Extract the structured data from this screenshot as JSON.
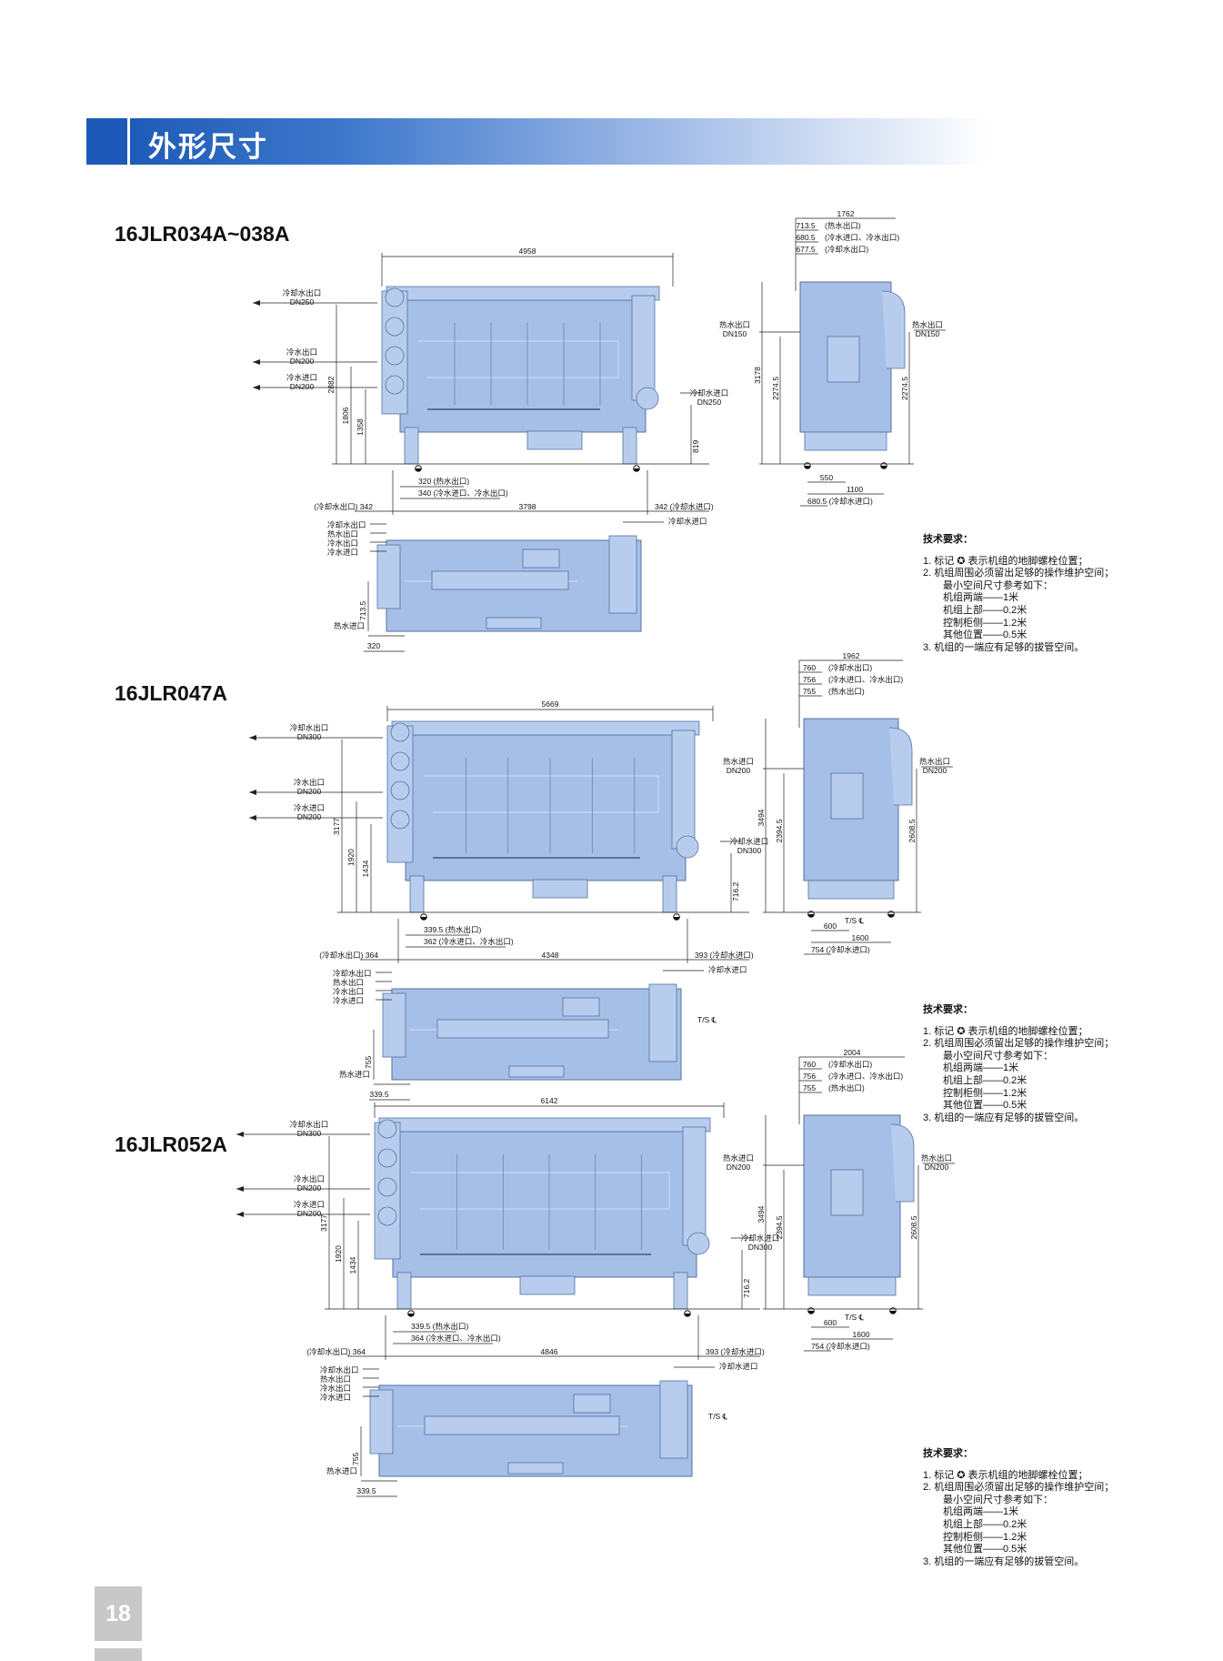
{
  "header": {
    "title": "外形尺寸"
  },
  "page_number": "18",
  "tech_title": "技术要求：",
  "tech_items": [
    "1. 标记 ✪ 表示机组的地脚螺栓位置；",
    "2. 机组周围必须留出足够的操作维护空间；",
    "最小空间尺寸参考如下：",
    "机组两端——1米",
    "机组上部——0.2米",
    "控制柜侧——1.2米",
    "其他位置——0.5米",
    "3. 机组的一端应有足够的拔管空间。"
  ],
  "sections": [
    {
      "model": "16JLR034A~038A",
      "front": {
        "length": "4958",
        "left_labels": [
          {
            "name": "冷却水出口",
            "dn": "DN250"
          },
          {
            "name": "冷水出口",
            "dn": "DN200"
          },
          {
            "name": "冷水进口",
            "dn": "DN200"
          }
        ],
        "heights": [
          "2882",
          "1806",
          "1358"
        ],
        "right_inlet": {
          "name": "冷却水进口",
          "dn": "DN250"
        },
        "right_height": "819",
        "bottom_dims": [
          "320 (热水出口)",
          "340 (冷水进口、冷水出口)"
        ],
        "span": {
          "left": "(冷却水出口) 342",
          "middle": "3798",
          "right": "342 (冷却水进口)"
        }
      },
      "plan": {
        "left_labels": [
          "冷却水出口",
          "热水出口",
          "冷水出口",
          "冷水进口"
        ],
        "right_label": "冷却水进口",
        "depth": "713.5",
        "bottom_label": "热水进口",
        "bottom_dim": "320",
        "ts": ""
      },
      "side": {
        "width": "1762",
        "top_dims": [
          {
            "v": "713.5",
            "t": "(热水出口)"
          },
          {
            "v": "680.5",
            "t": "(冷水进口、冷水出口)"
          },
          {
            "v": "677.5",
            "t": "(冷却水出口)"
          }
        ],
        "left_port": {
          "name": "热水出口",
          "dn": "DN150"
        },
        "right_port": {
          "name": "热水出口",
          "dn": "DN150"
        },
        "height": "3178",
        "h1": "2274.5",
        "h2": "2274.5",
        "bottom_dims": [
          "550",
          "1100",
          "680.5 (冷却水进口)"
        ],
        "ts": ""
      }
    },
    {
      "model": "16JLR047A",
      "front": {
        "length": "5669",
        "left_labels": [
          {
            "name": "冷却水出口",
            "dn": "DN300"
          },
          {
            "name": "冷水出口",
            "dn": "DN200"
          },
          {
            "name": "冷水进口",
            "dn": "DN200"
          }
        ],
        "heights": [
          "3177",
          "1920",
          "1434"
        ],
        "right_inlet": {
          "name": "冷却水进口",
          "dn": "DN300"
        },
        "right_height": "716.2",
        "bottom_dims": [
          "339.5 (热水出口)",
          "362 (冷水进口、冷水出口)"
        ],
        "span": {
          "left": "(冷却水出口) 364",
          "middle": "4348",
          "right": "393 (冷却水进口)"
        }
      },
      "plan": {
        "left_labels": [
          "冷却水出口",
          "热水出口",
          "冷水出口",
          "冷水进口"
        ],
        "right_label": "冷却水进口",
        "depth": "755",
        "bottom_label": "热水进口",
        "bottom_dim": "339.5",
        "ts": "T/S ℄"
      },
      "side": {
        "width": "1962",
        "top_dims": [
          {
            "v": "760",
            "t": "(冷却水出口)"
          },
          {
            "v": "756",
            "t": "(冷水进口、冷水出口)"
          },
          {
            "v": "755",
            "t": "(热水出口)"
          }
        ],
        "left_port": {
          "name": "热水进口",
          "dn": "DN200"
        },
        "right_port": {
          "name": "热水出口",
          "dn": "DN200"
        },
        "height": "3494",
        "h1": "2394.5",
        "h2": "2608.5",
        "bottom_dims": [
          "600",
          "1600",
          "754 (冷却水进口)"
        ],
        "ts": "T/S ℄"
      }
    },
    {
      "model": "16JLR052A",
      "front": {
        "length": "6142",
        "left_labels": [
          {
            "name": "冷却水出口",
            "dn": "DN300"
          },
          {
            "name": "冷水出口",
            "dn": "DN200"
          },
          {
            "name": "冷水进口",
            "dn": "DN200"
          }
        ],
        "heights": [
          "3177",
          "1920",
          "1434"
        ],
        "right_inlet": {
          "name": "冷却水进口",
          "dn": "DN300"
        },
        "right_height": "716.2",
        "bottom_dims": [
          "339.5 (热水出口)",
          "364 (冷水进口、冷水出口)"
        ],
        "span": {
          "left": "(冷却水出口) 364",
          "middle": "4846",
          "right": "393 (冷却水进口)"
        }
      },
      "plan": {
        "left_labels": [
          "冷却水出口",
          "热水出口",
          "冷水出口",
          "冷水进口"
        ],
        "right_label": "冷却水进口",
        "depth": "755",
        "bottom_label": "热水进口",
        "bottom_dim": "339.5",
        "ts": "T/S ℄"
      },
      "side": {
        "width": "2004",
        "top_dims": [
          {
            "v": "760",
            "t": "(冷却水出口)"
          },
          {
            "v": "756",
            "t": "(冷水进口、冷水出口)"
          },
          {
            "v": "755",
            "t": "(热水出口)"
          }
        ],
        "left_port": {
          "name": "热水进口",
          "dn": "DN200"
        },
        "right_port": {
          "name": "热水出口",
          "dn": "DN200"
        },
        "height": "3494",
        "h1": "2394.5",
        "h2": "2608.5",
        "bottom_dims": [
          "600",
          "1600",
          "754 (冷却水进口)"
        ],
        "ts": "T/S ℄"
      }
    }
  ]
}
